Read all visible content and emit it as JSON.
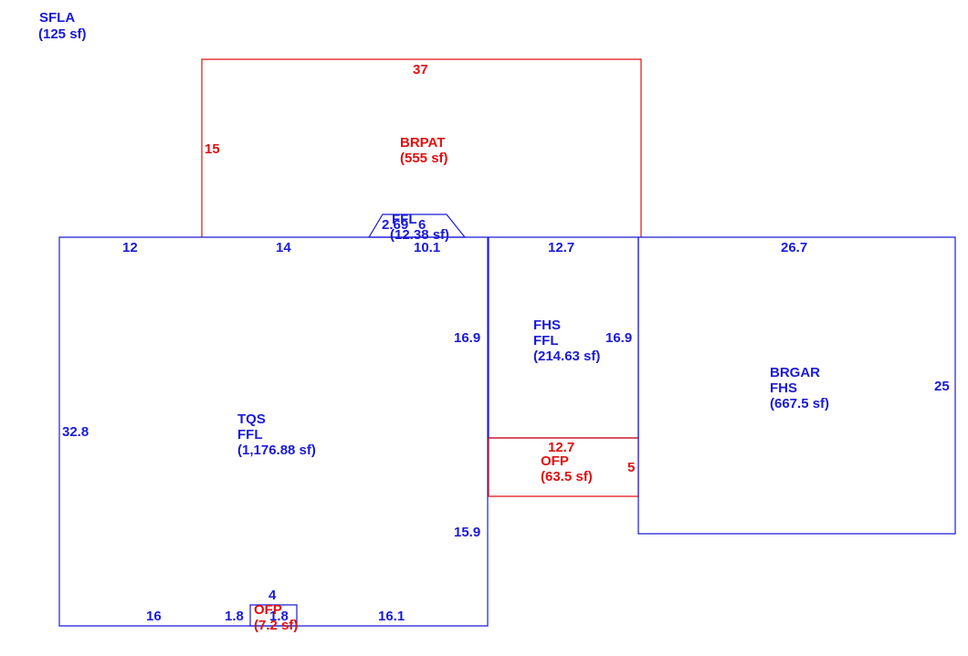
{
  "colors": {
    "blue": "#1a1adb",
    "red": "#e01010",
    "background": "#ffffff"
  },
  "summary": {
    "line1": "SFLA",
    "line2": "(125 sf)"
  },
  "areas": {
    "brpat": {
      "code": "BRPAT",
      "area": "(555 sf)"
    },
    "small_ffl": {
      "code": "FFL",
      "area": "(12.38 sf)"
    },
    "tqs": {
      "code1": "TQS",
      "code2": "FFL",
      "area": "(1,176.88 sf)"
    },
    "fhs": {
      "code1": "FHS",
      "code2": "FFL",
      "area": "(214.63 sf)"
    },
    "brgar": {
      "code1": "BRGAR",
      "code2": "FHS",
      "area": "(667.5 sf)"
    },
    "ofp_mid": {
      "code": "OFP",
      "area": "(63.5 sf)"
    },
    "ofp_bottom": {
      "code": "OFP",
      "area": "(7.2 sf)"
    }
  },
  "dimensions": {
    "brpat_top": "37",
    "brpat_left": "15",
    "small_ffl_a": "2.69",
    "small_ffl_b": "6",
    "tqs_top_1": "12",
    "tqs_top_2": "14",
    "tqs_top_3": "10.1",
    "tqs_left": "32.8",
    "tqs_right_upper": "16.9",
    "tqs_right_lower": "15.9",
    "tqs_bottom_1": "16",
    "tqs_bottom_2": "1.8",
    "tqs_bottom_3": "16.1",
    "fhs_top": "12.7",
    "fhs_right": "16.9",
    "ofp_mid_top": "12.7",
    "ofp_mid_right": "5",
    "brgar_top": "26.7",
    "brgar_right": "25",
    "ofp_bottom_top": "4",
    "ofp_bottom_side": "1.8"
  }
}
